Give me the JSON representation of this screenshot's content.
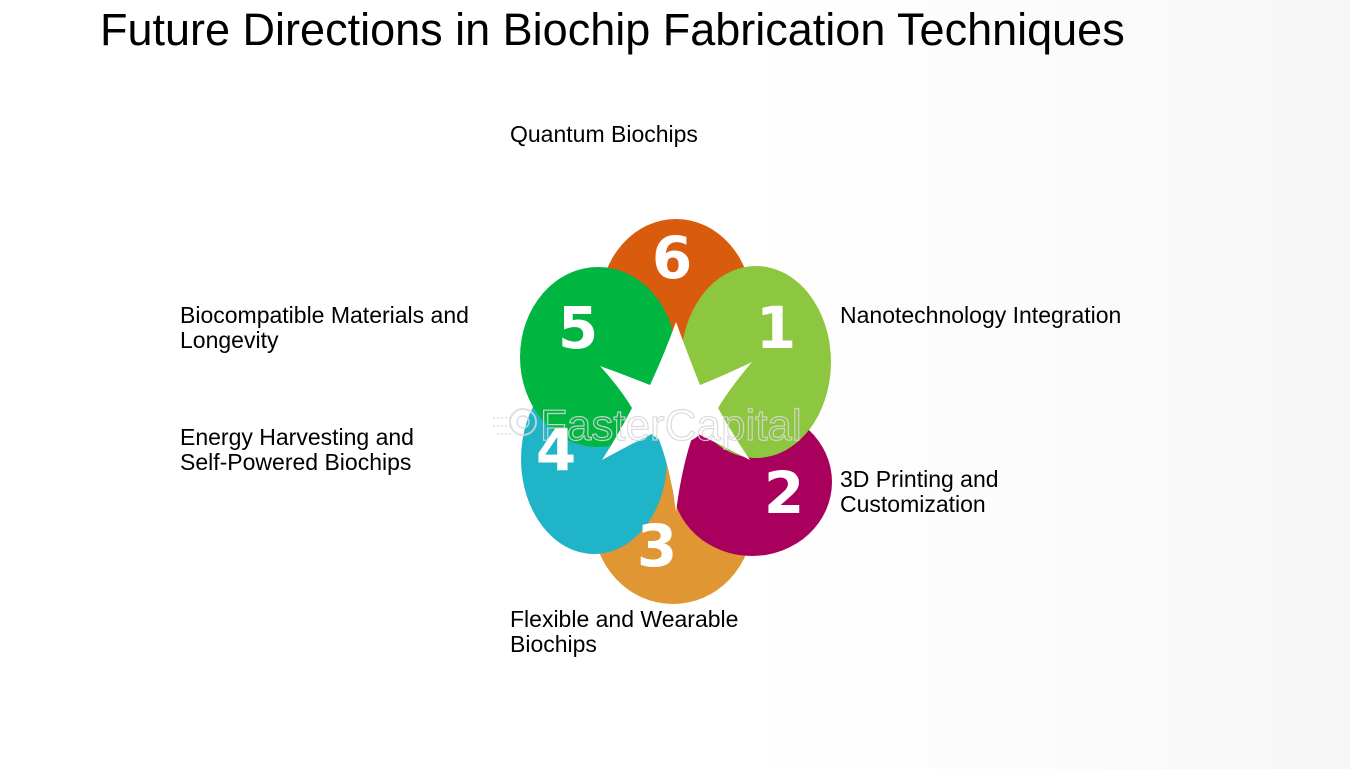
{
  "title": "Future Directions in Biochip Fabrication Techniques",
  "labels": {
    "quantum": "Quantum Biochips",
    "nanotech": "Nanotechnology Integration",
    "biocompatible_line1": "Biocompatible Materials and",
    "biocompatible_line2": "Longevity",
    "energy_line1": "Energy Harvesting and",
    "energy_line2": "Self-Powered Biochips",
    "printing_line1": "3D Printing and",
    "printing_line2": "Customization",
    "flexible_line1": "Flexible and Wearable",
    "flexible_line2": "Biochips"
  },
  "petals": [
    {
      "number": "1",
      "color": "#8dc63f"
    },
    {
      "number": "2",
      "color": "#a8005c"
    },
    {
      "number": "3",
      "color": "#df9633"
    },
    {
      "number": "4",
      "color": "#1fb4c7"
    },
    {
      "number": "5",
      "color": "#00b540"
    },
    {
      "number": "6",
      "color": "#d95c0e"
    }
  ],
  "watermark": "FasterCapital"
}
